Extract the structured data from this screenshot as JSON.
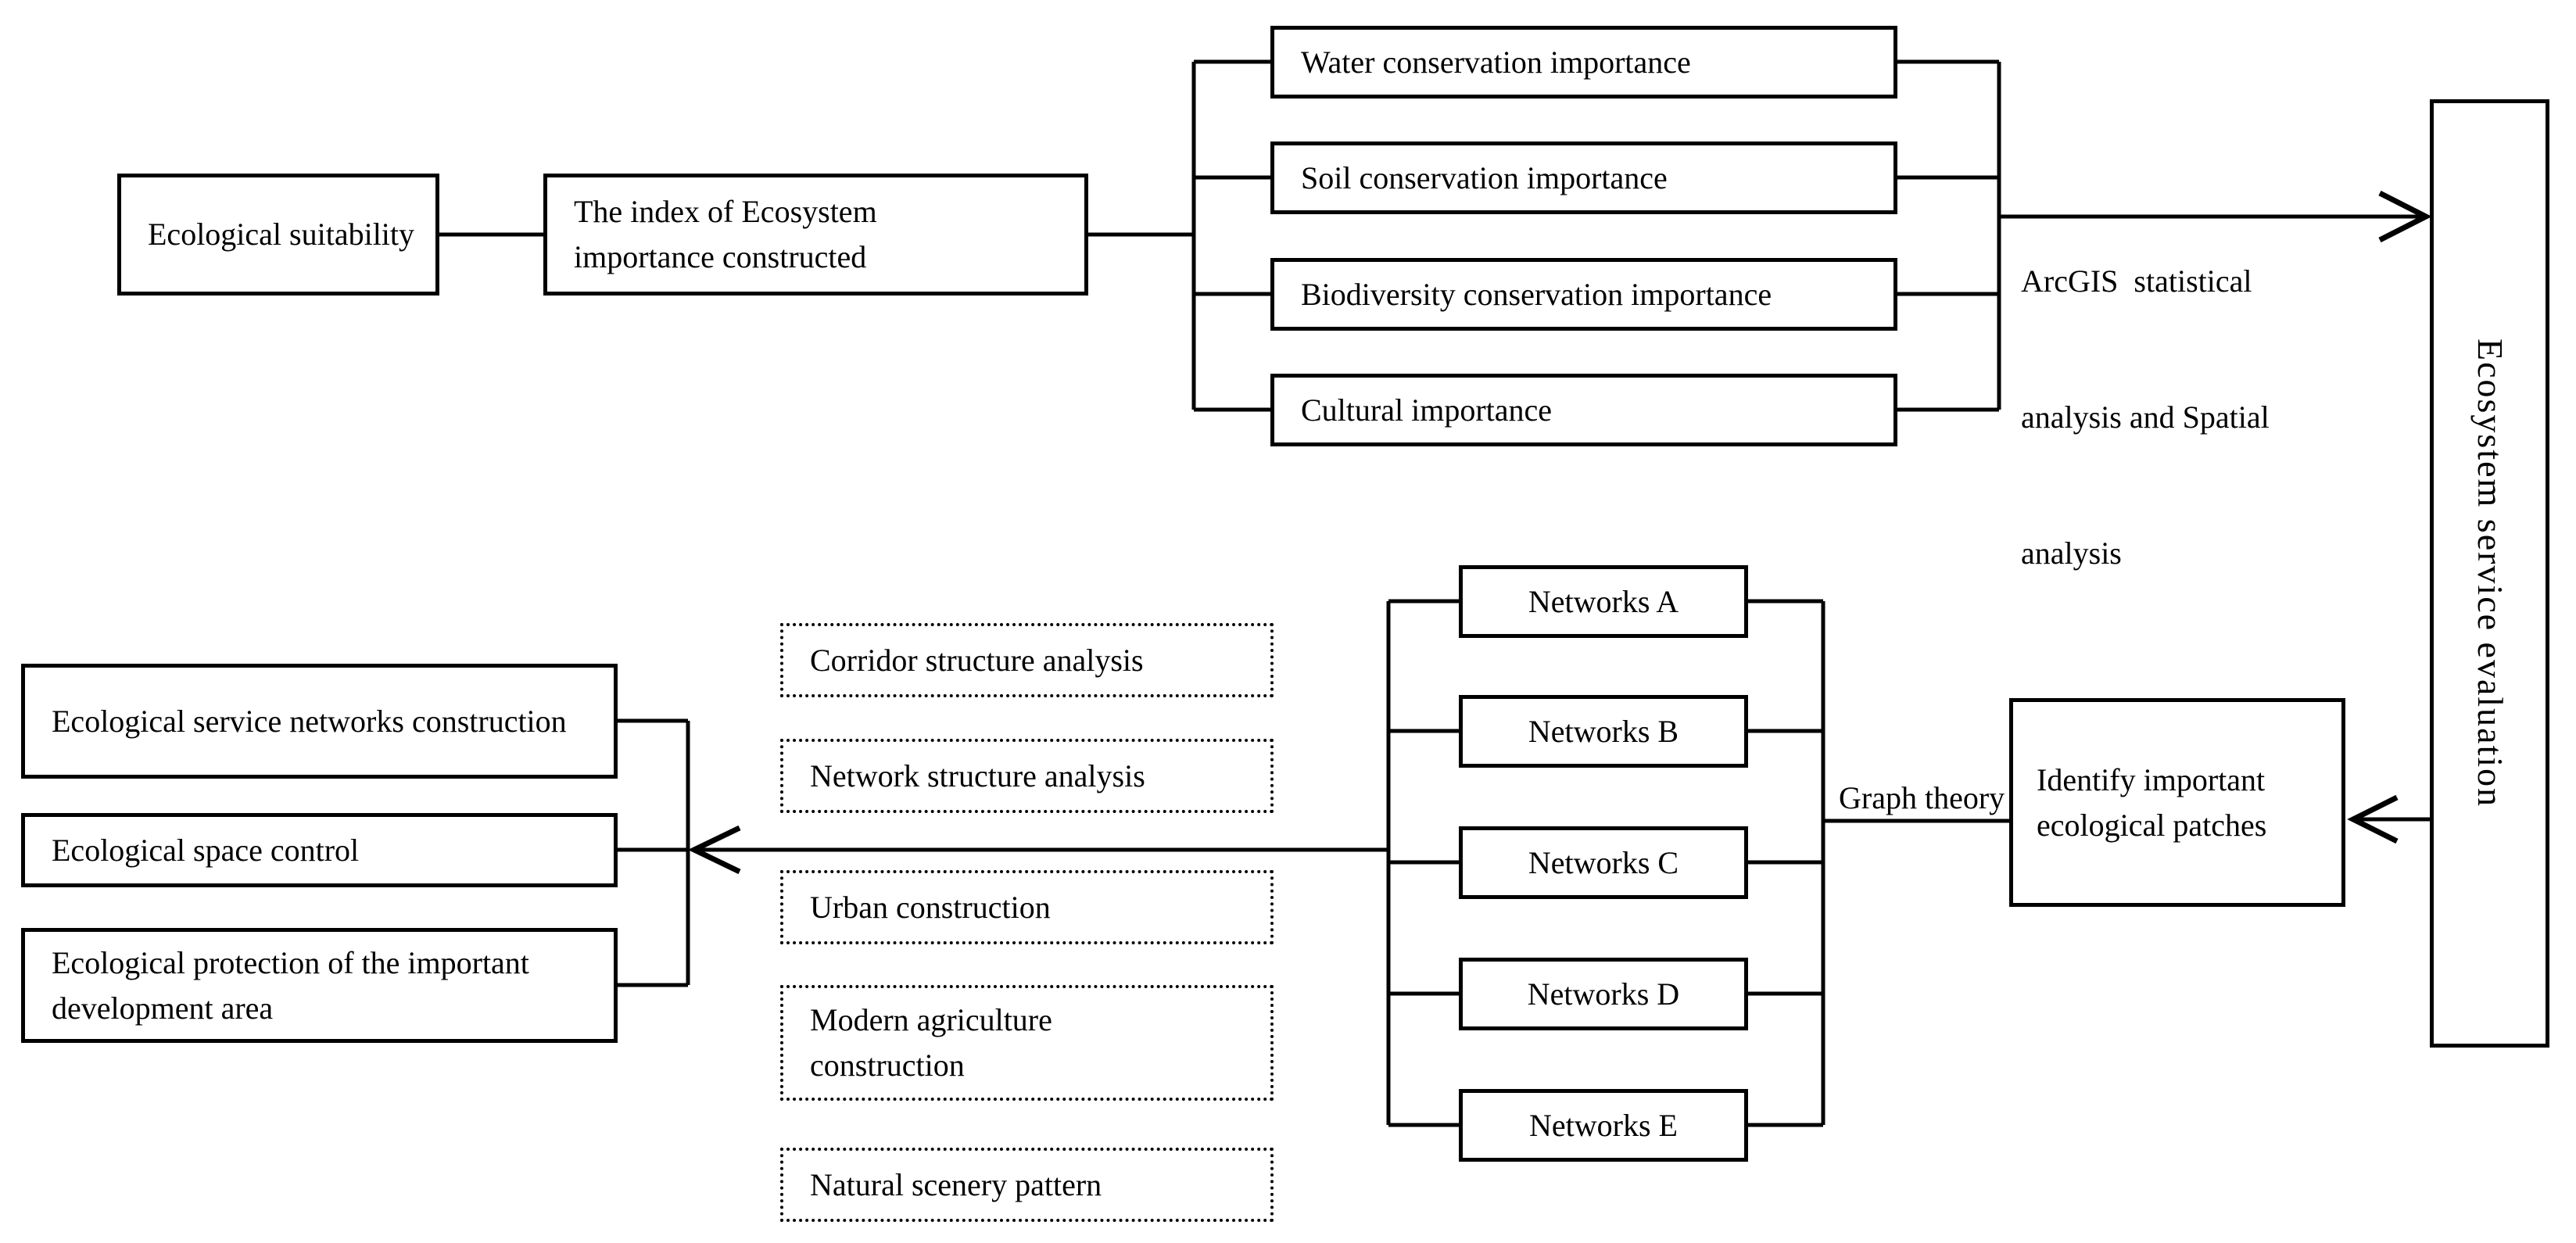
{
  "diagram": {
    "top_flow": {
      "source_box": "Ecological suitability",
      "index_box": "The index of Ecosystem importance constructed",
      "importance_boxes": [
        "Water conservation importance",
        "Soil conservation importance",
        "Biodiversity conservation importance",
        "Cultural importance"
      ],
      "method_label_lines": [
        "ArcGIS  statistical",
        "analysis and Spatial",
        "analysis"
      ],
      "evaluation_box": "Ecosystem service evaluation"
    },
    "bottom_flow": {
      "identify_box": "Identify important ecological patches",
      "method_label": "Graph theory",
      "network_boxes": [
        "Networks A",
        "Networks B",
        "Networks C",
        "Networks D",
        "Networks E"
      ],
      "analysis_boxes": [
        "Corridor structure analysis",
        "Network structure analysis",
        "Urban construction",
        "Modern agriculture construction",
        "Natural scenery pattern"
      ],
      "outcome_boxes": [
        "Ecological service networks construction",
        "Ecological space control",
        "Ecological protection of the important development area"
      ]
    },
    "colors": {
      "ink": "#000000",
      "background": "#ffffff"
    }
  }
}
